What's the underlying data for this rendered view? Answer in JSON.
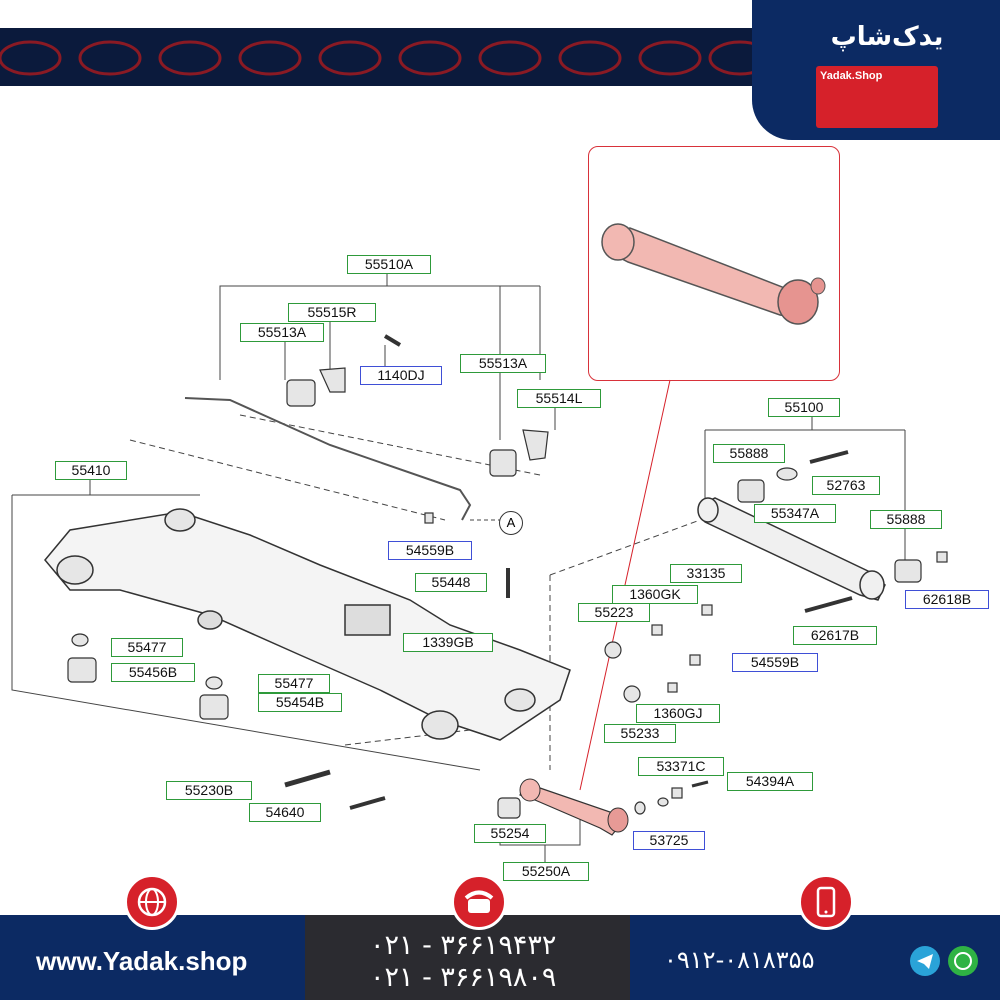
{
  "brand": {
    "name_fa": "یدک‌شاپ",
    "badge_text": "Yadak.Shop",
    "colors": {
      "navy": "#0c2a63",
      "red": "#d6212a",
      "label_green": "#2e9a3a",
      "label_blue": "#3f4fd6"
    }
  },
  "labels": {
    "l55510A": "55510A",
    "l55515R": "55515R",
    "l55513A_left": "55513A",
    "l1140DJ": "1140DJ",
    "l55513A_right": "55513A",
    "l55514L": "55514L",
    "l55100": "55100",
    "l55888_top": "55888",
    "l52763": "52763",
    "l55347A": "55347A",
    "l55888_right": "55888",
    "l62618B": "62618B",
    "l62617B": "62617B",
    "l55410": "55410",
    "l54559B_left": "54559B",
    "l55448": "55448",
    "l33135": "33135",
    "l1360GK": "1360GK",
    "l55223": "55223",
    "l55477_left": "55477",
    "l55456B": "55456B",
    "l1339GB": "1339GB",
    "l54559B_right": "54559B",
    "l55477_mid": "55477",
    "l55454B": "55454B",
    "l1360GJ": "1360GJ",
    "l55233": "55233",
    "l53371C": "53371C",
    "l54394A": "54394A",
    "l55230B": "55230B",
    "l54640": "54640",
    "l55254": "55254",
    "l53725": "53725",
    "l55250A": "55250A",
    "callout": "A"
  },
  "footer": {
    "website": "www.Yadak.shop",
    "phone1": "۰۲۱ - ۳۶۶۱۹۴۳۲",
    "phone2": "۰۲۱ - ۳۶۶۱۹۸۰۹",
    "mobile": "۰۹۱۲-۰۸۱۸۳۵۵",
    "icons": [
      "globe-icon",
      "telephone-icon",
      "mobile-phone-icon",
      "telegram-icon",
      "whatsapp-icon"
    ]
  }
}
